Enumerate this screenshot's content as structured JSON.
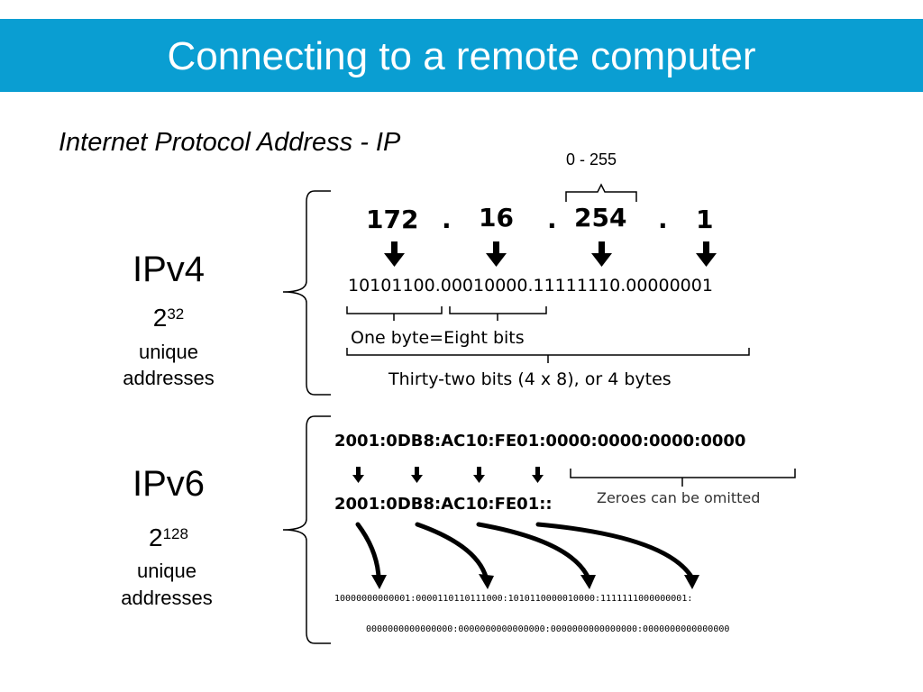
{
  "slide": {
    "title": "Connecting to a remote computer",
    "subtitle": "Internet Protocol Address - IP",
    "accent_color": "#0a9ed2"
  },
  "ipv4": {
    "label": "IPv4",
    "power_base": "2",
    "power_exp": "32",
    "desc_line1": "unique",
    "desc_line2": "addresses",
    "octet_range": "0 - 255",
    "octets": [
      "172",
      "16",
      "254",
      "1"
    ],
    "dot": ".",
    "binary": "10101100.00010000.11111110.00000001",
    "byte_note": "One byte=Eight bits",
    "total_note": "Thirty-two bits (4 x 8), or 4 bytes"
  },
  "ipv6": {
    "label": "IPv6",
    "power_base": "2",
    "power_exp": "128",
    "desc_line1": "unique",
    "desc_line2": "addresses",
    "full": "2001:0DB8:AC10:FE01:0000:0000:0000:0000",
    "short": "2001:0DB8:AC10:FE01::",
    "omit_note": "Zeroes can be omitted",
    "binary_line1": "10000000000001:0000110110111000:1010110000010000:1111111000000001:",
    "binary_line2": "0000000000000000:0000000000000000:0000000000000000:0000000000000000"
  }
}
